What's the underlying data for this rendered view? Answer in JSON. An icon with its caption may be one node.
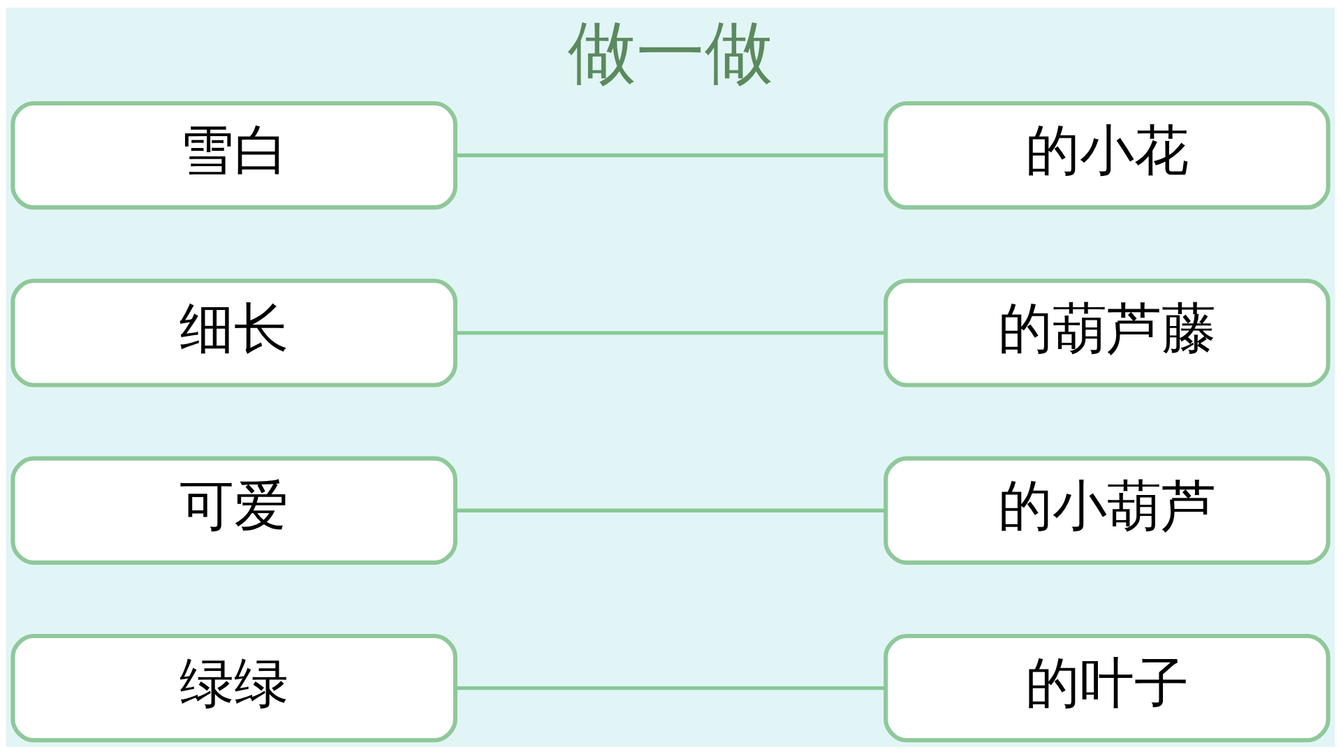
{
  "diagram": {
    "title": "做一做",
    "nodes": [
      {
        "text": [
          "绿绿"
        ]
      },
      {
        "text": [
          "可爱"
        ]
      },
      {
        "text": [
          "细长"
        ]
      },
      {
        "text": [
          "雪白"
        ]
      },
      {
        "text": [
          "的小花"
        ]
      },
      {
        "text": [
          "的葫芦藤"
        ]
      },
      {
        "text": [
          "的叶子"
        ]
      },
      {
        "text": [
          "的小葫芦"
        ]
      }
    ],
    "edges": [
      {
        "from": 0,
        "to": 6,
        "arrow": "none"
      },
      {
        "from": 1,
        "to": 7,
        "arrow": "none"
      },
      {
        "from": 2,
        "to": 5,
        "arrow": "none"
      },
      {
        "from": 3,
        "to": 4,
        "arrow": "none"
      }
    ]
  }
}
